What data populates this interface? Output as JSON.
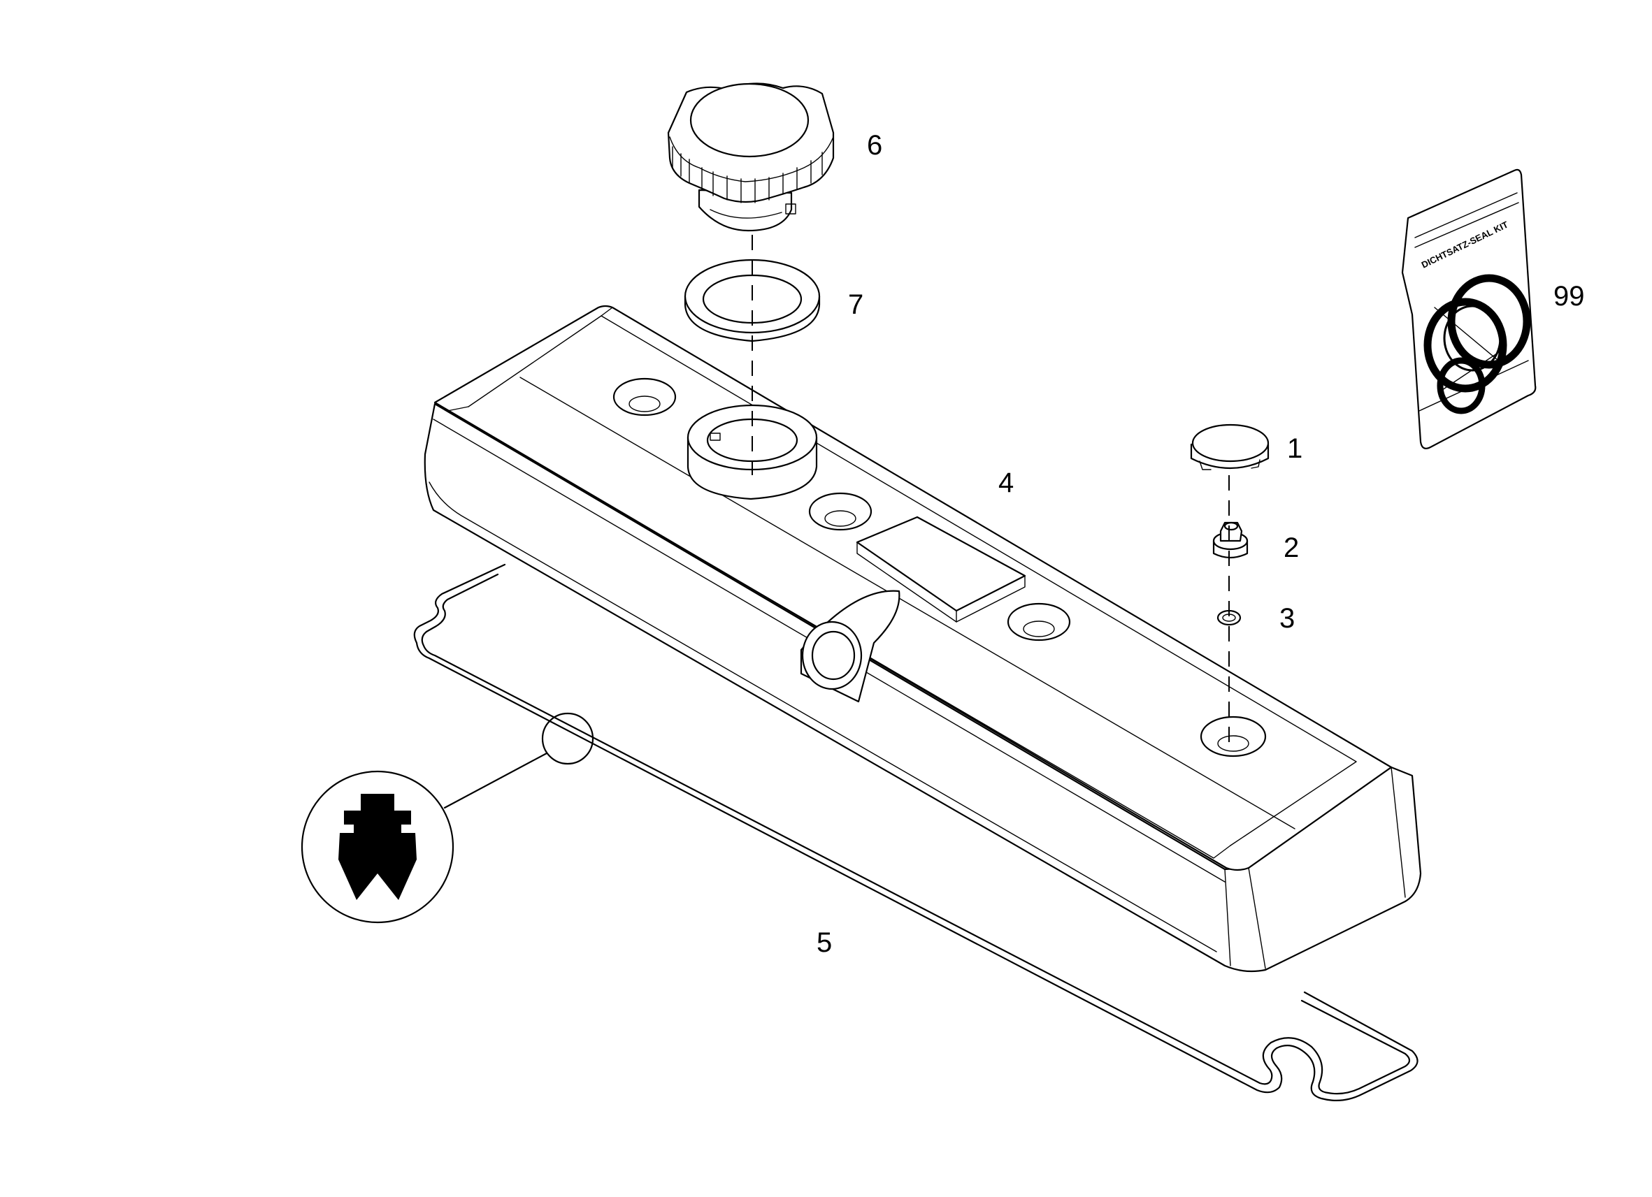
{
  "callouts": {
    "part_1": "1",
    "part_2": "2",
    "part_3": "3",
    "part_4": "4",
    "part_5": "5",
    "part_6": "6",
    "part_7": "7",
    "part_99": "99"
  },
  "seal_kit_bag": {
    "print": "DICHTSATZ-SEAL KIT"
  },
  "colors": {
    "line": "#000000",
    "background": "#ffffff"
  }
}
